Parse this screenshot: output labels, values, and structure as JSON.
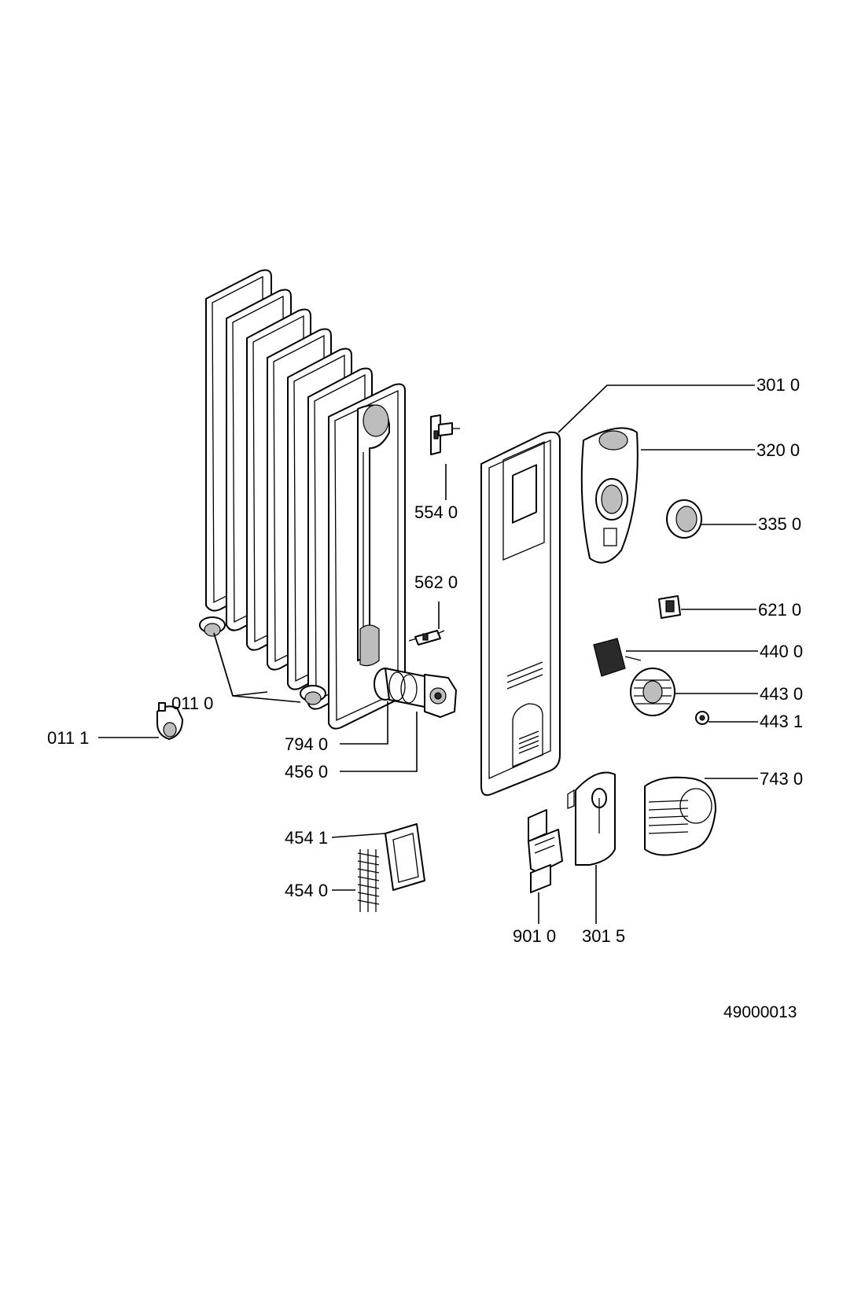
{
  "labels": {
    "p3010": "301 0",
    "p3200": "320 0",
    "p3350": "335 0",
    "p5540": "554 0",
    "p5620": "562 0",
    "p6210": "621 0",
    "p4400": "440 0",
    "p4430": "443 0",
    "p4431": "443 1",
    "p0110": "011 0",
    "p0111": "011 1",
    "p7940": "794 0",
    "p4560": "456 0",
    "p7430": "743 0",
    "p4541": "454 1",
    "p4540": "454 0",
    "p9010": "901 0",
    "p3015": "301 5"
  },
  "document_number": "49000013"
}
